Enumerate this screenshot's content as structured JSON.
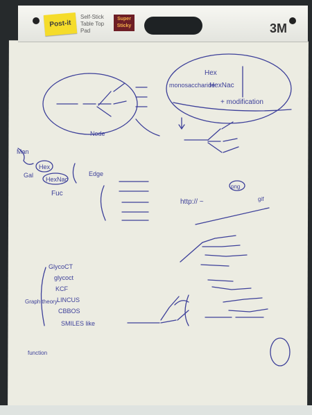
{
  "pad": {
    "logo_text": "Post-it",
    "product_line1": "Self-Stick",
    "product_line2": "Table Top Pad",
    "badge_line1": "Super",
    "badge_line2": "Sticky",
    "brand": "3M"
  },
  "sketch": {
    "label_hex": "Hex",
    "label_hexnac_right": "HexNac",
    "label_monosaccharide": "monosaccharide",
    "label_plus_modification": "+ modification",
    "label_node": "Node",
    "label_edge": "Edge",
    "label_man": "Man",
    "label_gal": "Gal",
    "label_hex_circle": "Hex",
    "label_hexnac": "HexNac",
    "label_fuc": "Fuc",
    "label_http": "http:// ~",
    "label_png": "png",
    "label_gif": "gif",
    "list_item_1": "GlycoCT",
    "list_item_2": "glycoct",
    "list_item_3": "KCF",
    "list_item_4": "LINCUS",
    "list_item_5": "CBBOS",
    "list_item_6": "SMILES like",
    "label_graph_theory": "Graph theory",
    "label_function": "function"
  }
}
